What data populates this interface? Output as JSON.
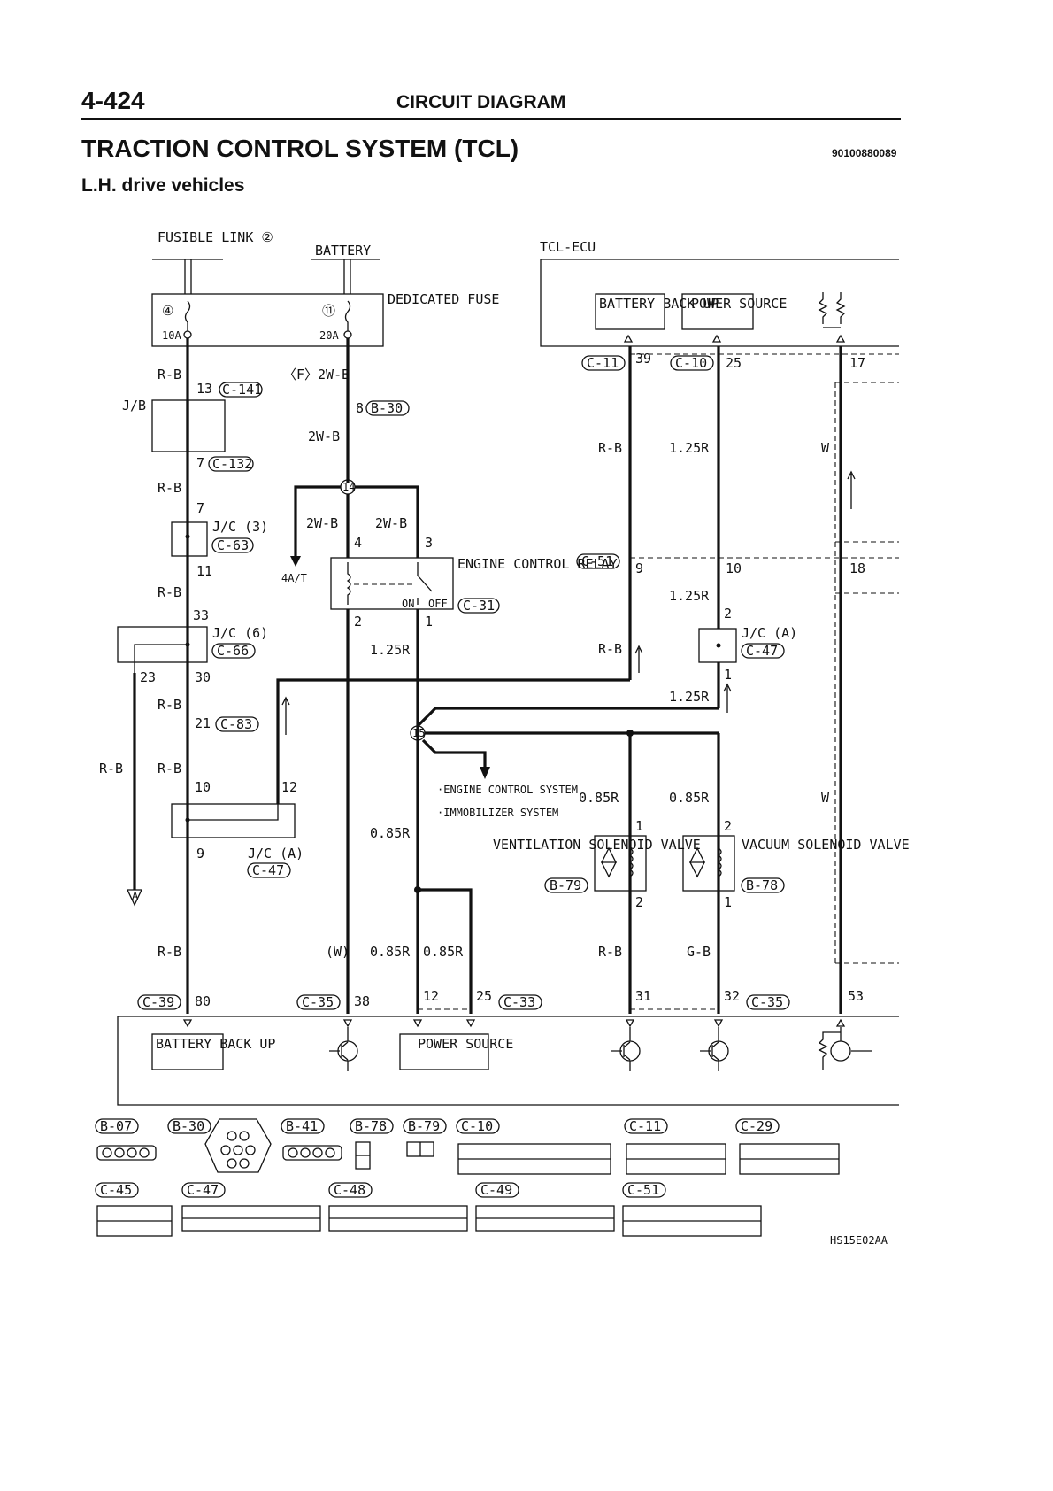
{
  "header": {
    "page_number": "4-424",
    "section": "CIRCUIT DIAGRAM",
    "title": "TRACTION CONTROL SYSTEM (TCL)",
    "code": "90100880089",
    "subtitle": "L.H. drive vehicles"
  },
  "power": {
    "fusible_link": "FUSIBLE LINK ②",
    "battery": "BATTERY",
    "dedicated_fuse": "DEDICATED FUSE",
    "fuse4": "④",
    "fuse4_rating": "10A",
    "fuse11": "⑪",
    "fuse11_rating": "20A"
  },
  "ecu": {
    "name": "TCL-ECU",
    "battery_backup": "BATTERY BACK UP",
    "power_source": "POWER SOURCE"
  },
  "labels": {
    "jb": "J/B",
    "jc3": "J/C (3)",
    "jc6": "J/C (6)",
    "jca": "J/C (A)",
    "engine_control_relay": "ENGINE CONTROL RELAY",
    "on": "ON",
    "off": "OFF",
    "at": "4A/T",
    "engine_control_system": "·ENGINE CONTROL SYSTEM",
    "immobilizer_system": "·IMMOBILIZER SYSTEM",
    "ventilation_valve": "VENTILATION SOLENOID VALVE",
    "vacuum_valve": "VACUUM SOLENOID VALVE",
    "ground_a": "A",
    "junction14": "14",
    "junction15": "15"
  },
  "wires": {
    "rb": "R-B",
    "f2wb": "〈F〉2W-B",
    "twob": "2W-B",
    "r125": "1.25R",
    "r085": "0.85R",
    "w": "W",
    "paren_w": "(W)",
    "gb": "G-B"
  },
  "connectors": {
    "c141": "C-141",
    "b30": "B-30",
    "c132": "C-132",
    "c63": "C-63",
    "c66": "C-66",
    "c83": "C-83",
    "c47": "C-47",
    "c31": "C-31",
    "c11": "C-11",
    "c10": "C-10",
    "c51": "C-51",
    "b79": "B-79",
    "b78": "B-78",
    "c39": "C-39",
    "c35": "C-35",
    "c33": "C-33",
    "b07": "B-07",
    "b41": "B-41",
    "c29": "C-29",
    "c45": "C-45",
    "c48": "C-48",
    "c49": "C-49"
  },
  "pins": {
    "p13": "13",
    "p8": "8",
    "p7": "7",
    "p11": "11",
    "p33": "33",
    "p23": "23",
    "p30": "30",
    "p21": "21",
    "p10": "10",
    "p12": "12",
    "p9": "9",
    "p4": "4",
    "p3": "3",
    "p2": "2",
    "p1": "1",
    "p39": "39",
    "p25": "25",
    "p17": "17",
    "p18": "18",
    "p80": "80",
    "p38": "38",
    "p31": "31",
    "p32": "32",
    "p53": "53"
  },
  "footer_code": "HS15E02AA"
}
